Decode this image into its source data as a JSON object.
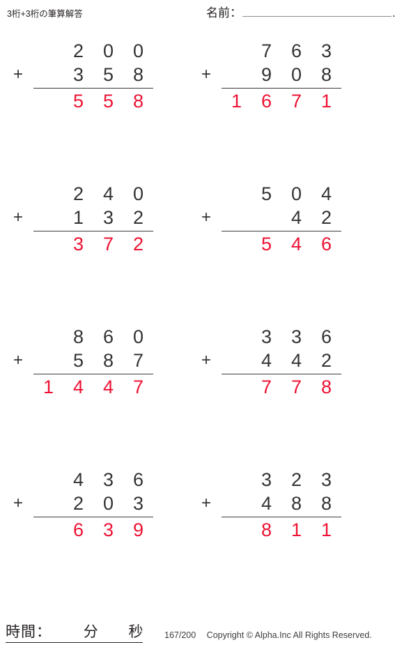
{
  "header": {
    "worksheet_title": "3桁+3桁の筆算解答",
    "name_label": "名前：",
    "name_value": "",
    "name_period": "."
  },
  "operator": "+",
  "problems": [
    {
      "index": 1,
      "addend1": "200",
      "addend2": "358",
      "answer": "558",
      "operator": "+",
      "a1_digits": [
        "",
        "2",
        "0",
        "0"
      ],
      "a2_digits": [
        "",
        "3",
        "5",
        "8"
      ],
      "ans_digits": [
        "",
        "5",
        "5",
        "8"
      ]
    },
    {
      "index": 2,
      "addend1": "763",
      "addend2": "908",
      "answer": "1671",
      "operator": "+",
      "a1_digits": [
        "",
        "7",
        "6",
        "3"
      ],
      "a2_digits": [
        "",
        "9",
        "0",
        "8"
      ],
      "ans_digits": [
        "1",
        "6",
        "7",
        "1"
      ]
    },
    {
      "index": 3,
      "addend1": "240",
      "addend2": "132",
      "answer": "372",
      "operator": "+",
      "a1_digits": [
        "",
        "2",
        "4",
        "0"
      ],
      "a2_digits": [
        "",
        "1",
        "3",
        "2"
      ],
      "ans_digits": [
        "",
        "3",
        "7",
        "2"
      ]
    },
    {
      "index": 4,
      "addend1": "504",
      "addend2": "42",
      "answer": "546",
      "operator": "+",
      "a1_digits": [
        "",
        "5",
        "0",
        "4"
      ],
      "a2_digits": [
        "",
        "",
        "4",
        "2"
      ],
      "ans_digits": [
        "",
        "5",
        "4",
        "6"
      ]
    },
    {
      "index": 5,
      "addend1": "860",
      "addend2": "587",
      "answer": "1447",
      "operator": "+",
      "a1_digits": [
        "",
        "8",
        "6",
        "0"
      ],
      "a2_digits": [
        "",
        "5",
        "8",
        "7"
      ],
      "ans_digits": [
        "1",
        "4",
        "4",
        "7"
      ]
    },
    {
      "index": 6,
      "addend1": "336",
      "addend2": "442",
      "answer": "778",
      "operator": "+",
      "a1_digits": [
        "",
        "3",
        "3",
        "6"
      ],
      "a2_digits": [
        "",
        "4",
        "4",
        "2"
      ],
      "ans_digits": [
        "",
        "7",
        "7",
        "8"
      ]
    },
    {
      "index": 7,
      "addend1": "436",
      "addend2": "203",
      "answer": "639",
      "operator": "+",
      "a1_digits": [
        "",
        "4",
        "3",
        "6"
      ],
      "a2_digits": [
        "",
        "2",
        "0",
        "3"
      ],
      "ans_digits": [
        "",
        "6",
        "3",
        "9"
      ]
    },
    {
      "index": 8,
      "addend1": "323",
      "addend2": "488",
      "answer": "811",
      "operator": "+",
      "a1_digits": [
        "",
        "3",
        "2",
        "3"
      ],
      "a2_digits": [
        "",
        "4",
        "8",
        "8"
      ],
      "ans_digits": [
        "",
        "8",
        "1",
        "1"
      ]
    }
  ],
  "footer": {
    "time_label": "時間：",
    "minutes_unit": "分",
    "seconds_unit": "秒",
    "page_number": "167/200",
    "copyright": "Copyright © Alpha.Inc All Rights Reserved."
  },
  "colors": {
    "answer_red": "#ee1133",
    "digit_gray": "#333333",
    "rule_dark": "#3a3a3a",
    "name_rule": "#8c8c8c"
  }
}
